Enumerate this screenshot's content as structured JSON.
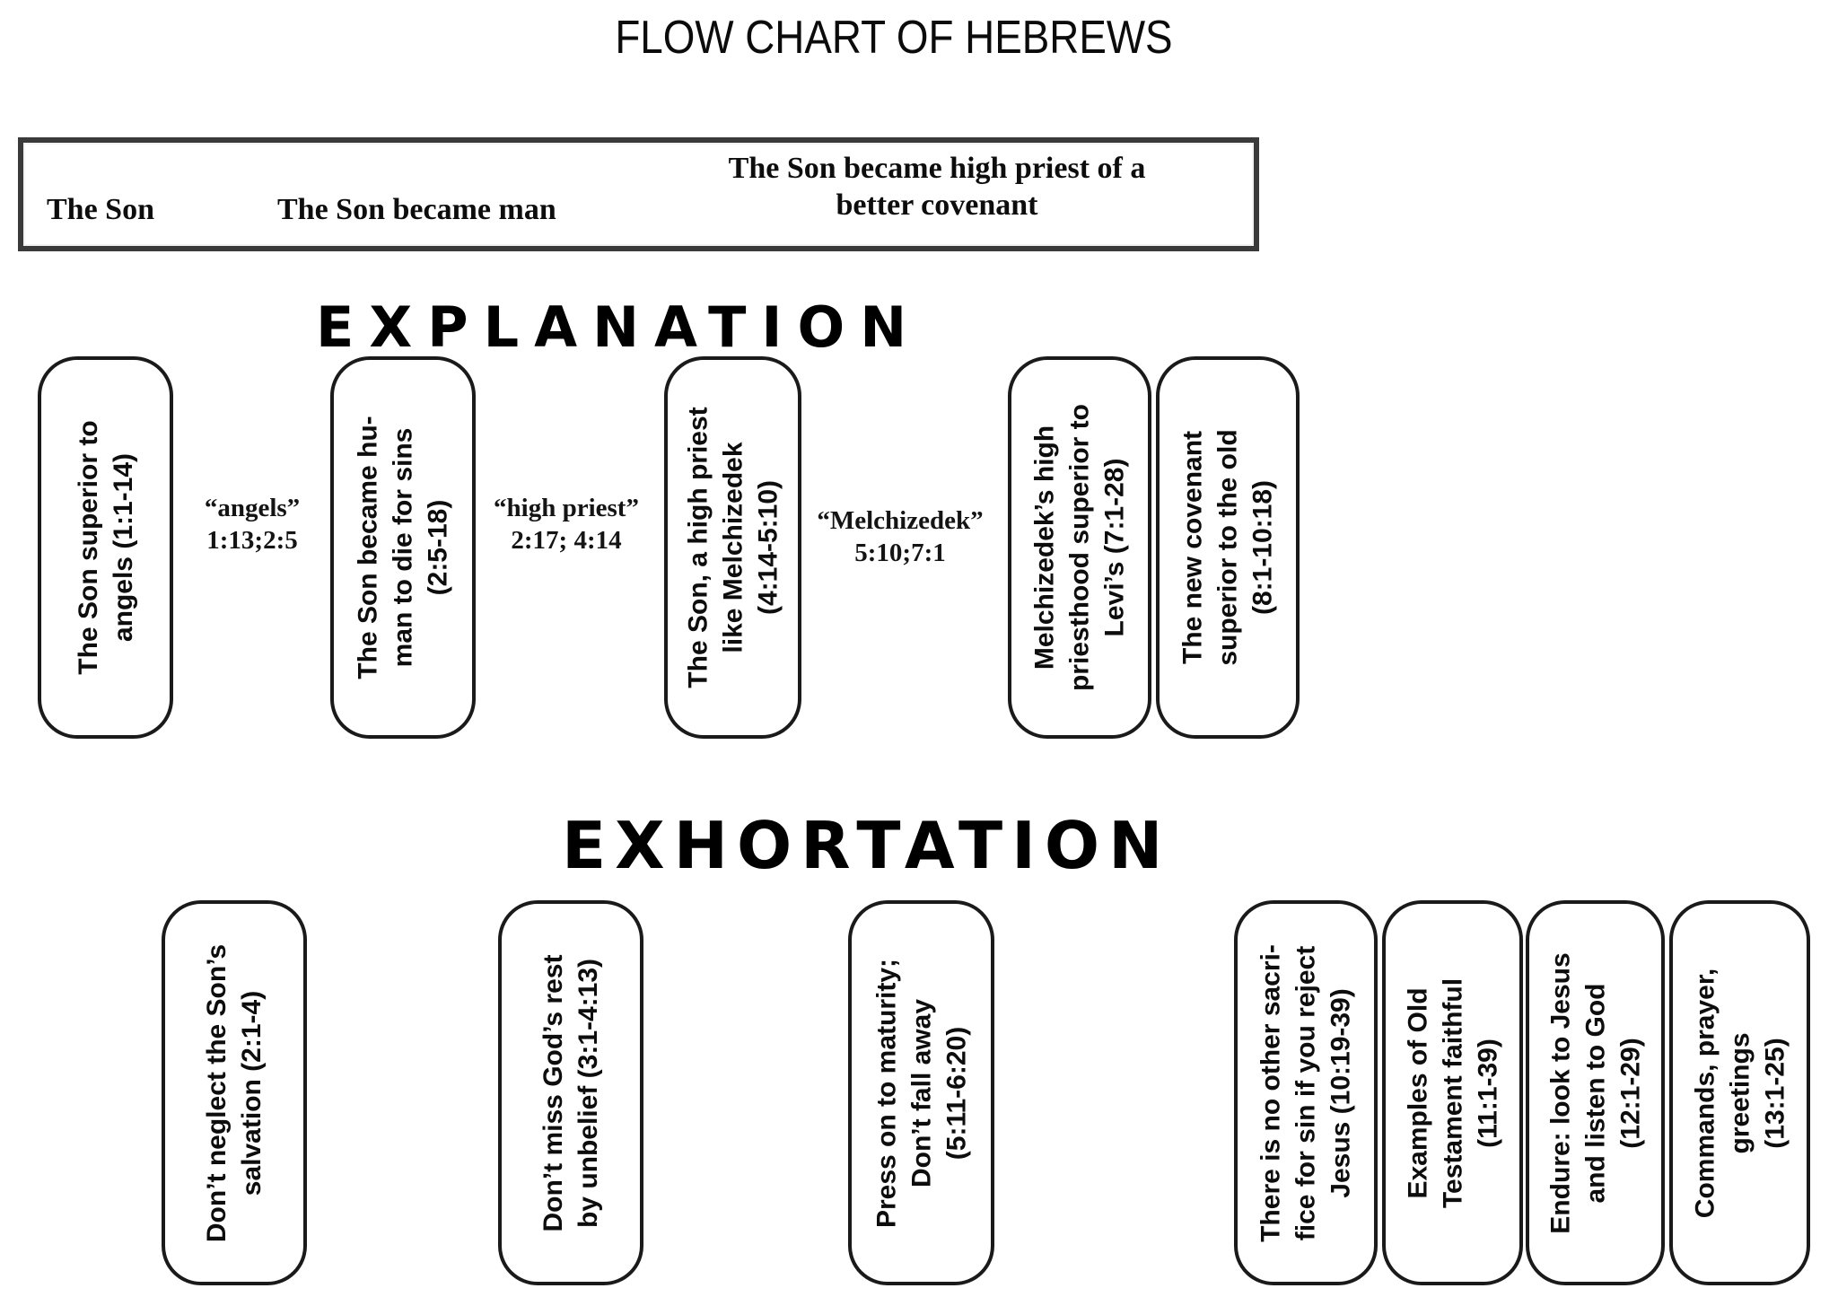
{
  "title": "FLOW CHART OF HEBREWS",
  "header": {
    "sections": [
      {
        "label": "The Son"
      },
      {
        "label": "The Son became man"
      },
      {
        "lines": [
          "The Son became high priest of a",
          "better covenant"
        ]
      }
    ]
  },
  "explanation": {
    "heading": "EXPLANATION",
    "boxes": [
      {
        "lines": [
          "The Son superior to",
          "angels (1:1-14)"
        ]
      },
      {
        "lines": [
          "The Son became hu-",
          "man to die for sins",
          "(2:5-18)"
        ]
      },
      {
        "lines": [
          "The Son, a high priest",
          "like Melchizedek",
          "(4:14-5:10)"
        ]
      },
      {
        "lines": [
          "Melchizedek’s high",
          "priesthood superior to",
          "Levi’s (7:1-28)"
        ]
      },
      {
        "lines": [
          "The new covenant",
          "superior to the old",
          "(8:1-10:18)"
        ]
      }
    ],
    "connectors": [
      {
        "lines": [
          "“angels”",
          "1:13;2:5"
        ]
      },
      {
        "lines": [
          "“high priest”",
          "2:17; 4:14"
        ]
      },
      {
        "lines": [
          "“Melchizedek”",
          "5:10;7:1"
        ]
      }
    ]
  },
  "exhortation": {
    "heading": "EXHORTATION",
    "boxes": [
      {
        "lines": [
          "Don’t neglect the Son’s",
          "salvation (2:1-4)"
        ]
      },
      {
        "lines": [
          "Don’t miss God’s rest",
          "by unbelief (3:1-4:13)"
        ]
      },
      {
        "lines": [
          "Press on to maturity;",
          "Don’t fall away",
          "(5:11-6:20)"
        ]
      },
      {
        "lines": [
          "There is no other sacri-",
          "fice for sin if you reject",
          "Jesus (10:19-39)"
        ]
      },
      {
        "lines": [
          "Examples of Old",
          "Testament faithful",
          "(11:1-39)"
        ]
      },
      {
        "lines": [
          "Endure: look to Jesus",
          "and listen to God",
          "(12:1-29)"
        ]
      },
      {
        "lines": [
          "Commands, prayer,",
          "greetings",
          "(13:1-25)"
        ]
      }
    ]
  }
}
